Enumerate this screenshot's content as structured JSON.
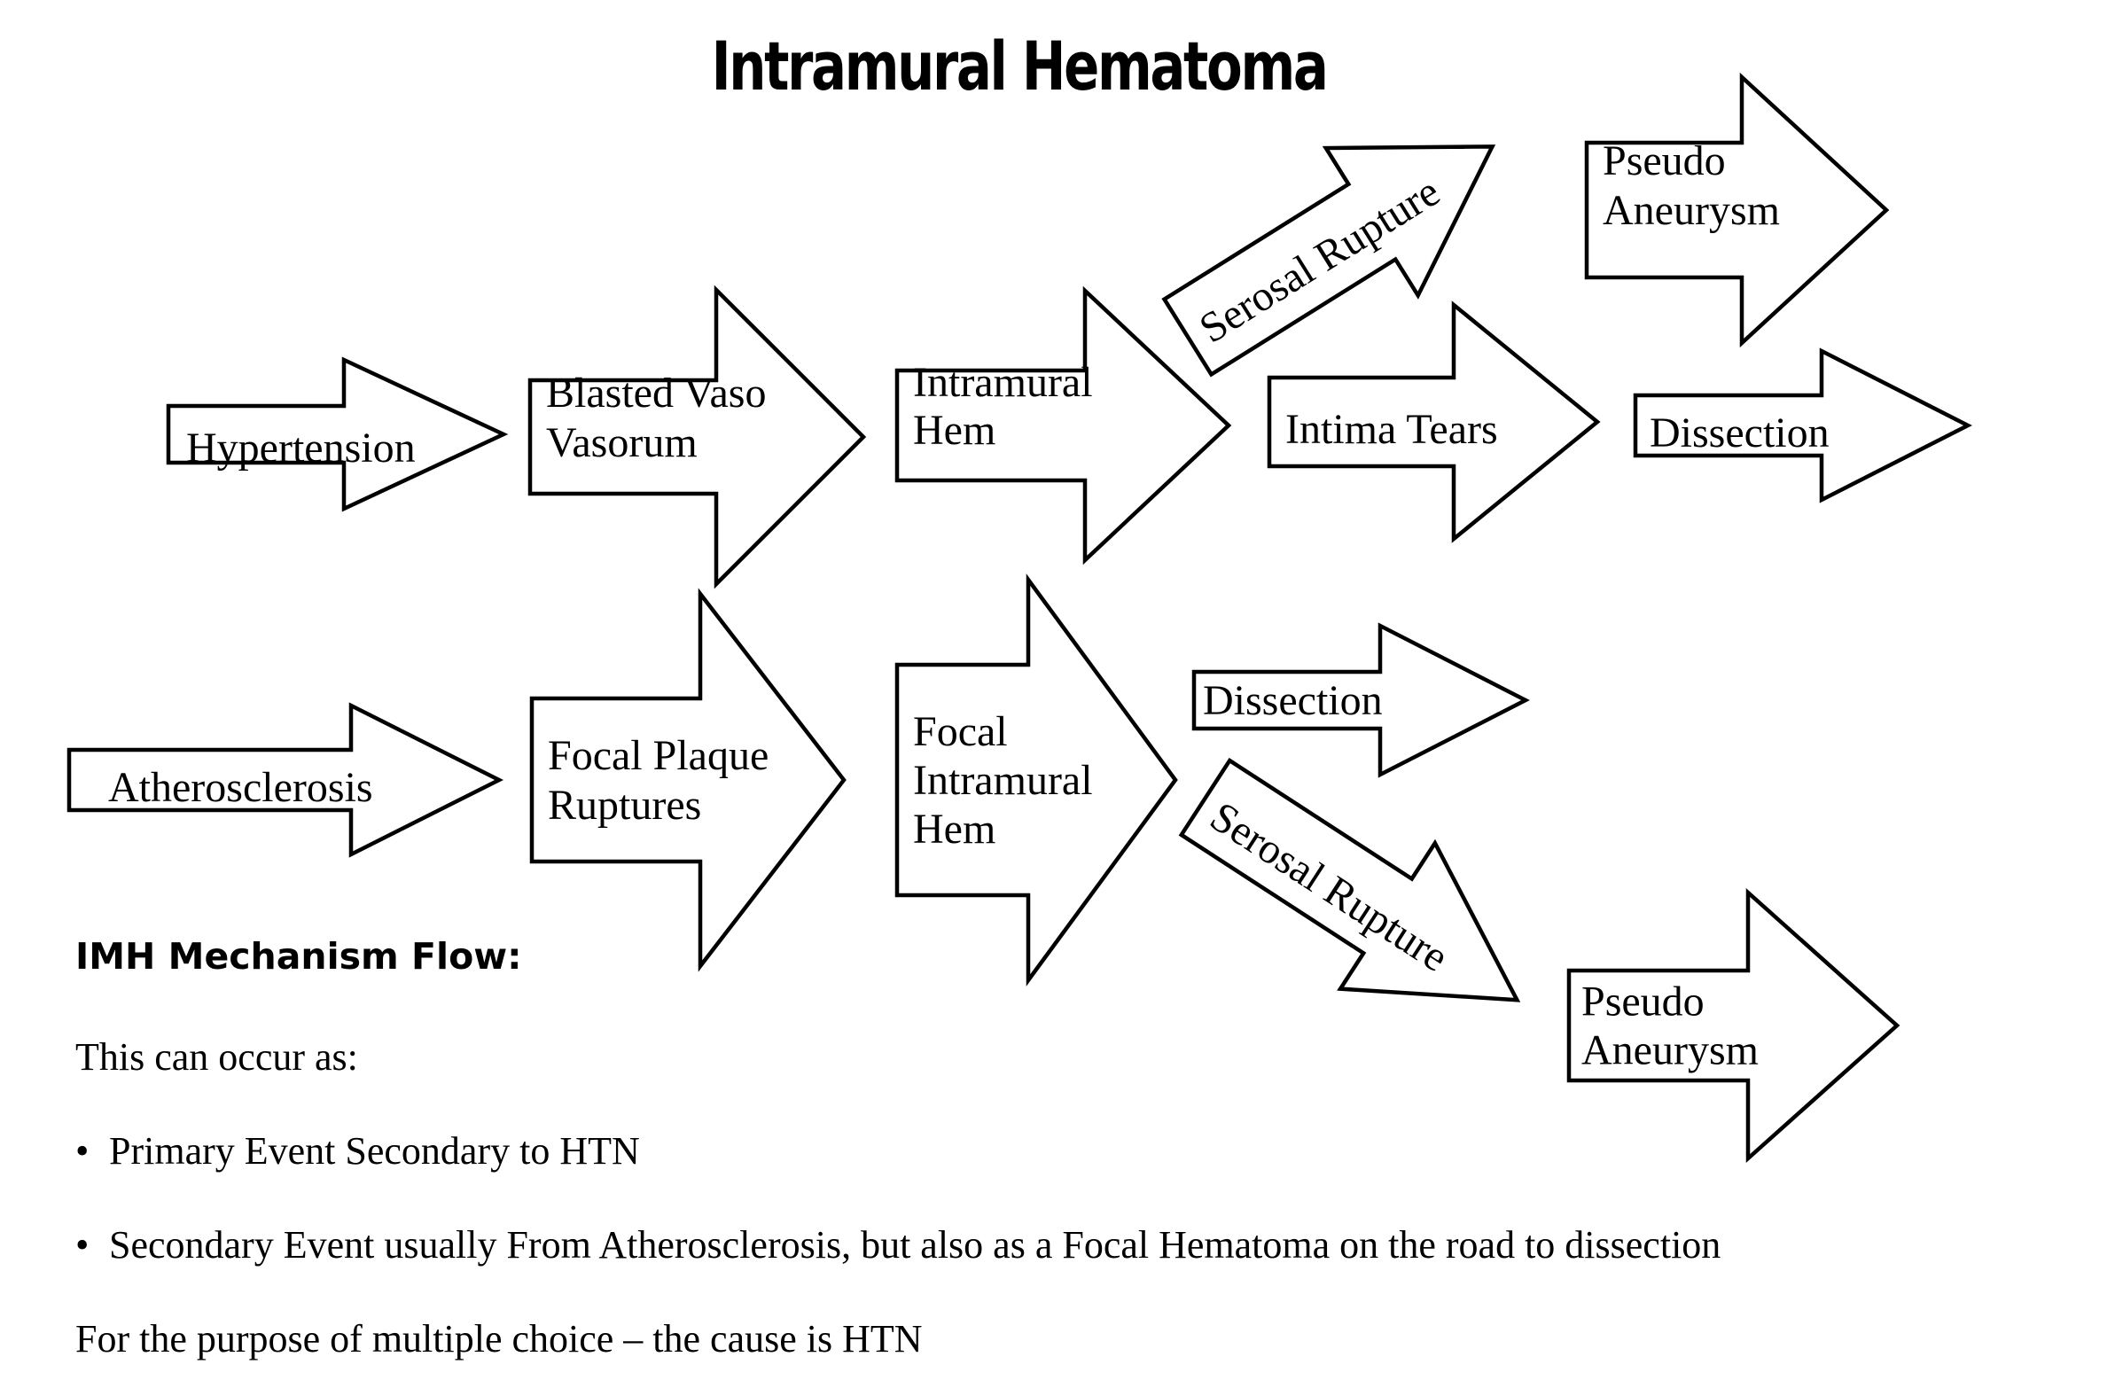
{
  "title": "Intramural Hematoma",
  "diagram": {
    "arrows": [
      {
        "id": "hypertension",
        "lines": [
          "Hypertension"
        ]
      },
      {
        "id": "blasted-vaso-vasorum",
        "lines": [
          "Blasted Vaso",
          "Vasorum"
        ]
      },
      {
        "id": "intramural-hem",
        "lines": [
          "Intramural",
          "Hem"
        ]
      },
      {
        "id": "serosal-rupture-upper",
        "lines": [
          "Serosal Rupture"
        ]
      },
      {
        "id": "pseudo-aneurysm-upper",
        "lines": [
          "Pseudo",
          "Aneurysm"
        ]
      },
      {
        "id": "intima-tears",
        "lines": [
          "Intima Tears"
        ]
      },
      {
        "id": "dissection-upper",
        "lines": [
          "Dissection"
        ]
      },
      {
        "id": "atherosclerosis",
        "lines": [
          "Atherosclerosis"
        ]
      },
      {
        "id": "focal-plaque-ruptures",
        "lines": [
          "Focal Plaque",
          "Ruptures"
        ]
      },
      {
        "id": "focal-intramural-hem",
        "lines": [
          "Focal",
          "Intramural",
          "Hem"
        ]
      },
      {
        "id": "dissection-lower",
        "lines": [
          "Dissection"
        ]
      },
      {
        "id": "serosal-rupture-lower",
        "lines": [
          "Serosal Rupture"
        ]
      },
      {
        "id": "pseudo-aneurysm-lower",
        "lines": [
          "Pseudo",
          "Aneurysm"
        ]
      }
    ]
  },
  "notes": {
    "heading": "IMH Mechanism Flow:",
    "intro": "This can occur as:",
    "bullets": [
      "Primary Event Secondary to HTN",
      "Secondary Event usually From Atherosclerosis, but also as a Focal Hematoma on the road to dissection"
    ],
    "conclusion": "For the purpose of multiple choice – the cause is HTN"
  }
}
